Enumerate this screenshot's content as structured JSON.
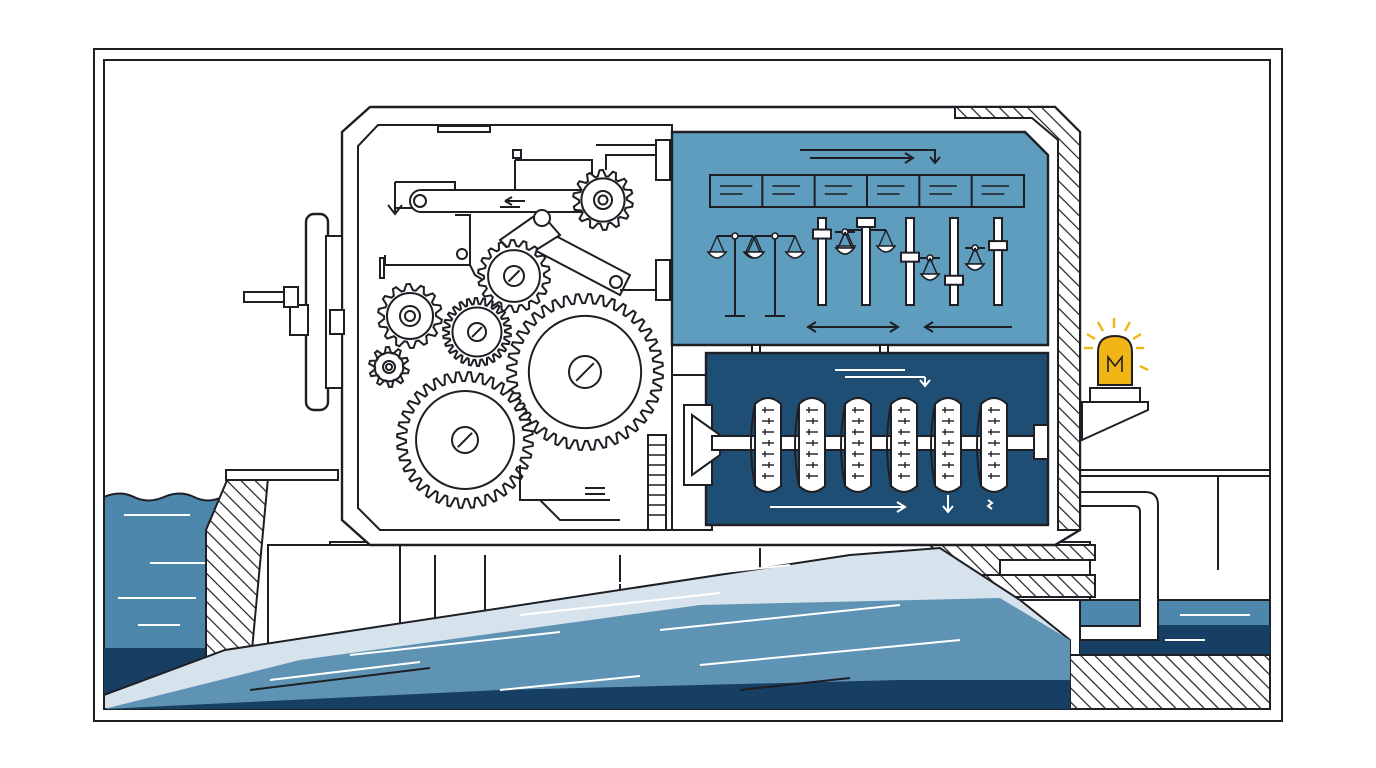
{
  "colors": {
    "ink": "#1d1f24",
    "panel_light": "#5f9dbe",
    "panel_dark": "#1e4e74",
    "water_light": "#c9dbe6",
    "water_mid": "#4d87ab",
    "water_deep": "#173f63",
    "ramp_light": "#d6e3ec",
    "ramp_mid": "#5f93b4",
    "lamp": "#f2b516",
    "paper": "#ffffff"
  },
  "icons": {
    "frame": "border-frame",
    "gear_train": "gear-icon",
    "scales": "balance-scale-icon",
    "sliders": "slider-icon",
    "rotors": "rotor-drum-icon",
    "lamp": "warning-lamp-icon",
    "crank": "hand-crank-icon"
  },
  "diagram": {
    "gear_count": 7,
    "balance_scale_count": 6,
    "slider_count": 5,
    "rotor_count": 6,
    "lamp_state": "on"
  }
}
